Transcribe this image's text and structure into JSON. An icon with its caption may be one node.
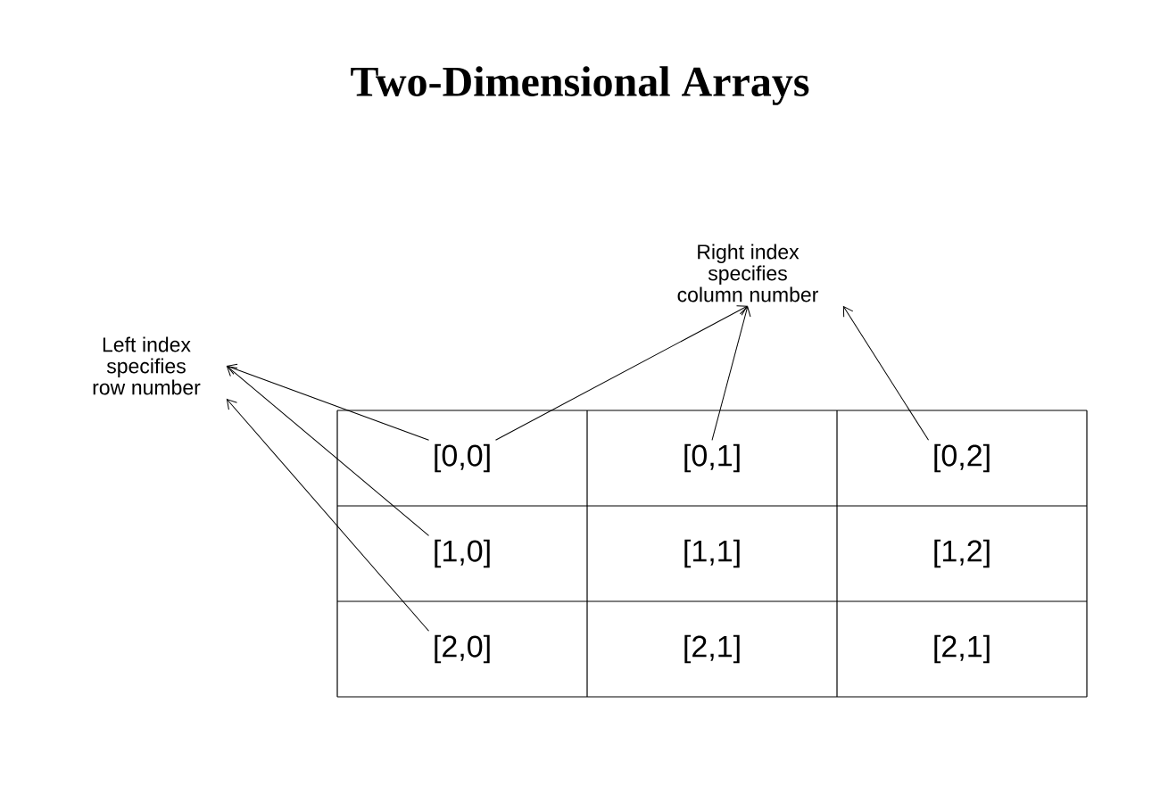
{
  "diagram": {
    "title": "Two-Dimensional Arrays",
    "nodes": [
      {
        "text": [
          "Left index specifies row number"
        ]
      },
      {
        "text": [
          "Right index specifies column number"
        ]
      },
      {
        "text": [
          "[0,0]"
        ]
      },
      {
        "text": [
          "[0,1]"
        ]
      },
      {
        "text": [
          "[0,2]"
        ]
      },
      {
        "text": [
          "[1,0]"
        ]
      },
      {
        "text": [
          "[1,1]"
        ]
      },
      {
        "text": [
          "[1,2]"
        ]
      },
      {
        "text": [
          "[2,0]"
        ]
      },
      {
        "text": [
          "[2,1]"
        ]
      },
      {
        "text": [
          "[2,1]"
        ]
      }
    ],
    "edges": [
      {
        "from": 2,
        "to": 0,
        "arrow": "to"
      },
      {
        "from": 5,
        "to": 0,
        "arrow": "to"
      },
      {
        "from": 8,
        "to": 0,
        "arrow": "to"
      },
      {
        "from": 2,
        "to": 1,
        "arrow": "to"
      },
      {
        "from": 3,
        "to": 1,
        "arrow": "to"
      },
      {
        "from": 4,
        "to": 1,
        "arrow": "to"
      }
    ]
  }
}
